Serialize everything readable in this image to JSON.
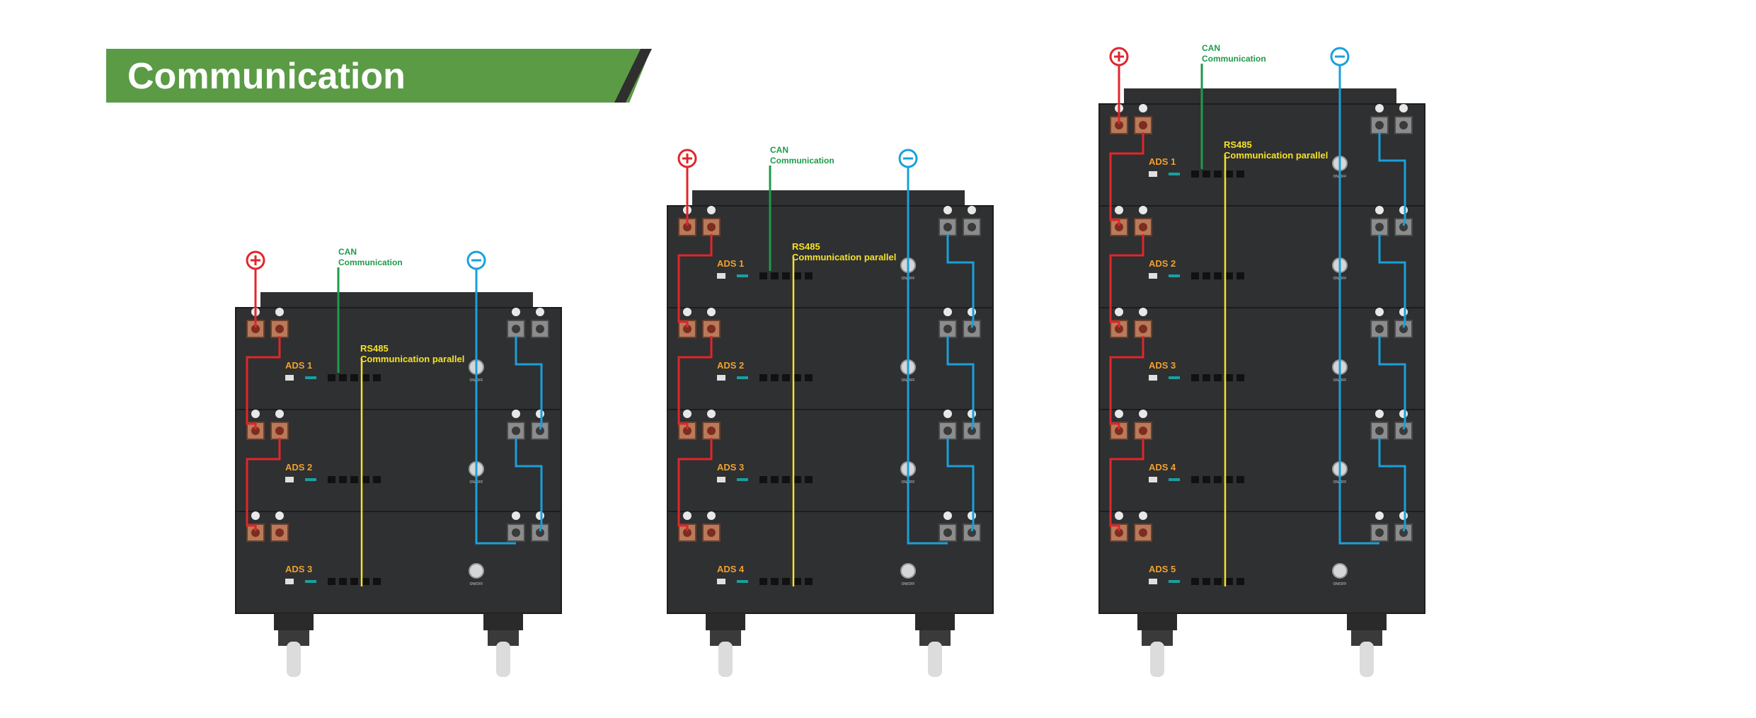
{
  "header": {
    "title": "Communication"
  },
  "labels": {
    "plus_symbol": "⊕",
    "minus_symbol": "⊖",
    "can_line1": "CAN",
    "can_line2": "Communication",
    "rs485_line1": "RS485",
    "rs485_line2": "Communication parallel",
    "onoff": "ON/OFF"
  },
  "colors": {
    "positive_wire": "#e0262b",
    "negative_wire": "#1aa0dc",
    "can_wire": "#1f9a4a",
    "rs485_wire": "#f5e22a",
    "module_label": "#f0a030",
    "cabinet": "#2f3031",
    "banner": "#5b9b46"
  },
  "stacks": [
    {
      "id": "stack-3",
      "modules": [
        "ADS 1",
        "ADS 2",
        "ADS 3"
      ]
    },
    {
      "id": "stack-4",
      "modules": [
        "ADS 1",
        "ADS 2",
        "ADS 3",
        "ADS 4"
      ]
    },
    {
      "id": "stack-5",
      "modules": [
        "ADS 1",
        "ADS 2",
        "ADS 3",
        "ADS 4",
        "ADS 5"
      ]
    }
  ]
}
